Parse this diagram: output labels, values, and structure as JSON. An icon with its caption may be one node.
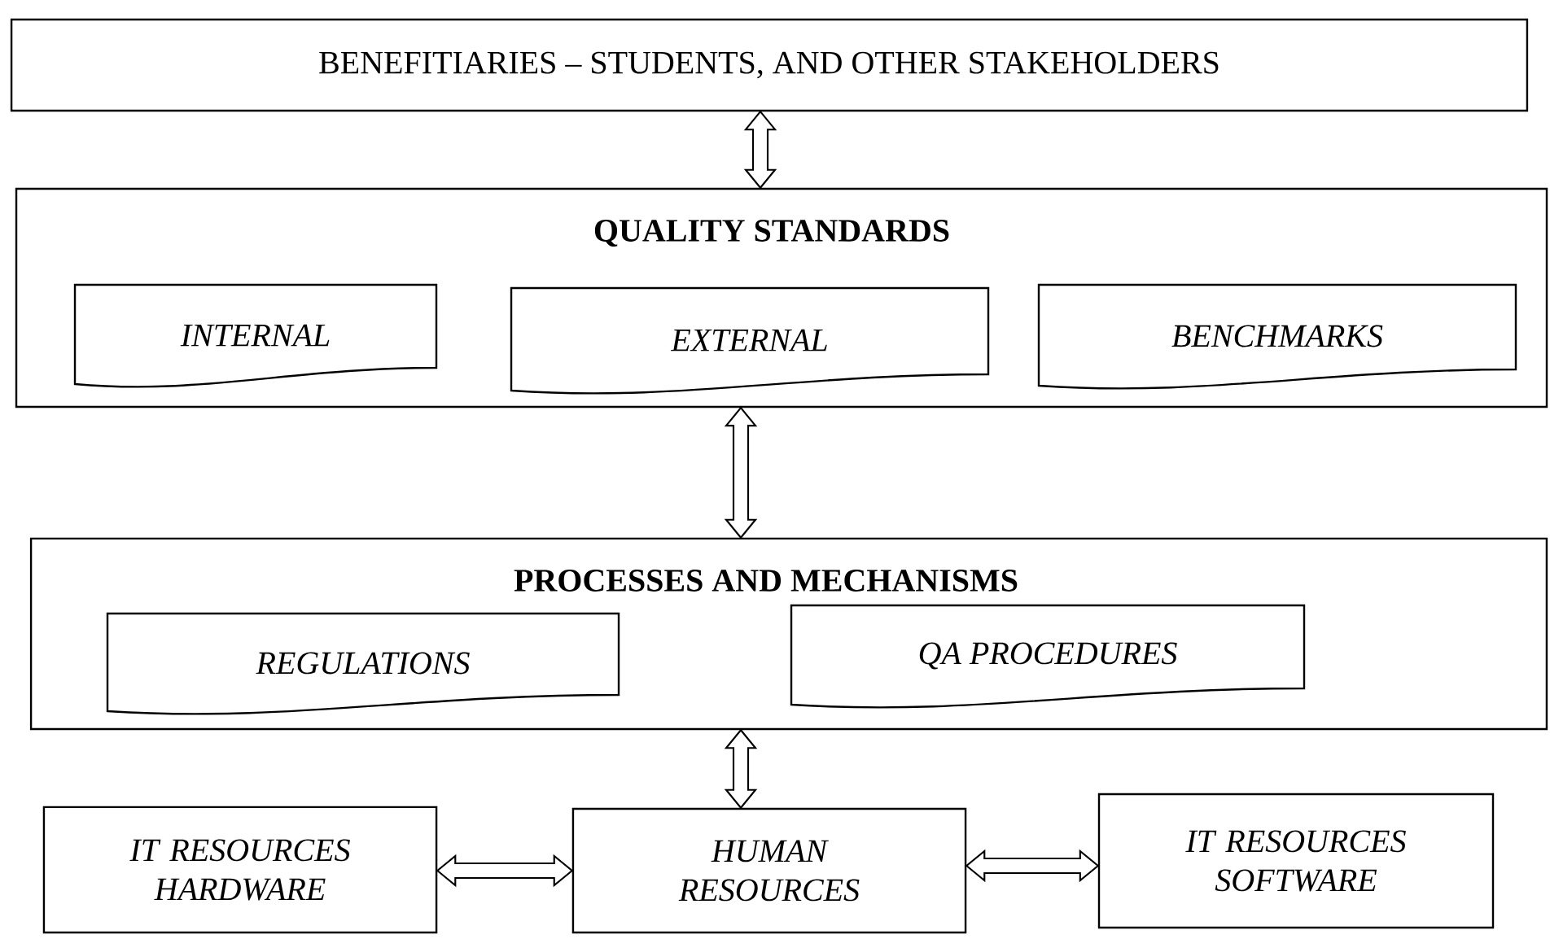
{
  "diagram": {
    "nodes": [
      {
        "text": [
          "BENEFITIARIES – STUDENTS, AND OTHER STAKEHOLDERS"
        ]
      },
      {
        "text": [
          "QUALITY STANDARDS"
        ]
      },
      {
        "text": [
          "INTERNAL"
        ],
        "in": 1
      },
      {
        "text": [
          "EXTERNAL"
        ],
        "in": 1
      },
      {
        "text": [
          "BENCHMARKS"
        ],
        "in": 1
      },
      {
        "text": [
          "PROCESSES AND MECHANISMS"
        ]
      },
      {
        "text": [
          "REGULATIONS"
        ],
        "in": 5
      },
      {
        "text": [
          "QA PROCEDURES"
        ],
        "in": 5
      },
      {
        "text": [
          "IT RESOURCES HARDWARE"
        ]
      },
      {
        "text": [
          "HUMAN RESOURCES"
        ]
      },
      {
        "text": [
          "IT RESOURCES SOFTWARE"
        ]
      }
    ],
    "edges": [
      {
        "from": 0,
        "to": 1,
        "arrow": "both"
      },
      {
        "from": 1,
        "to": 5,
        "arrow": "both"
      },
      {
        "from": 5,
        "to": 9,
        "arrow": "both"
      },
      {
        "from": 8,
        "to": 9,
        "arrow": "both"
      },
      {
        "from": 9,
        "to": 10,
        "arrow": "both"
      }
    ]
  }
}
